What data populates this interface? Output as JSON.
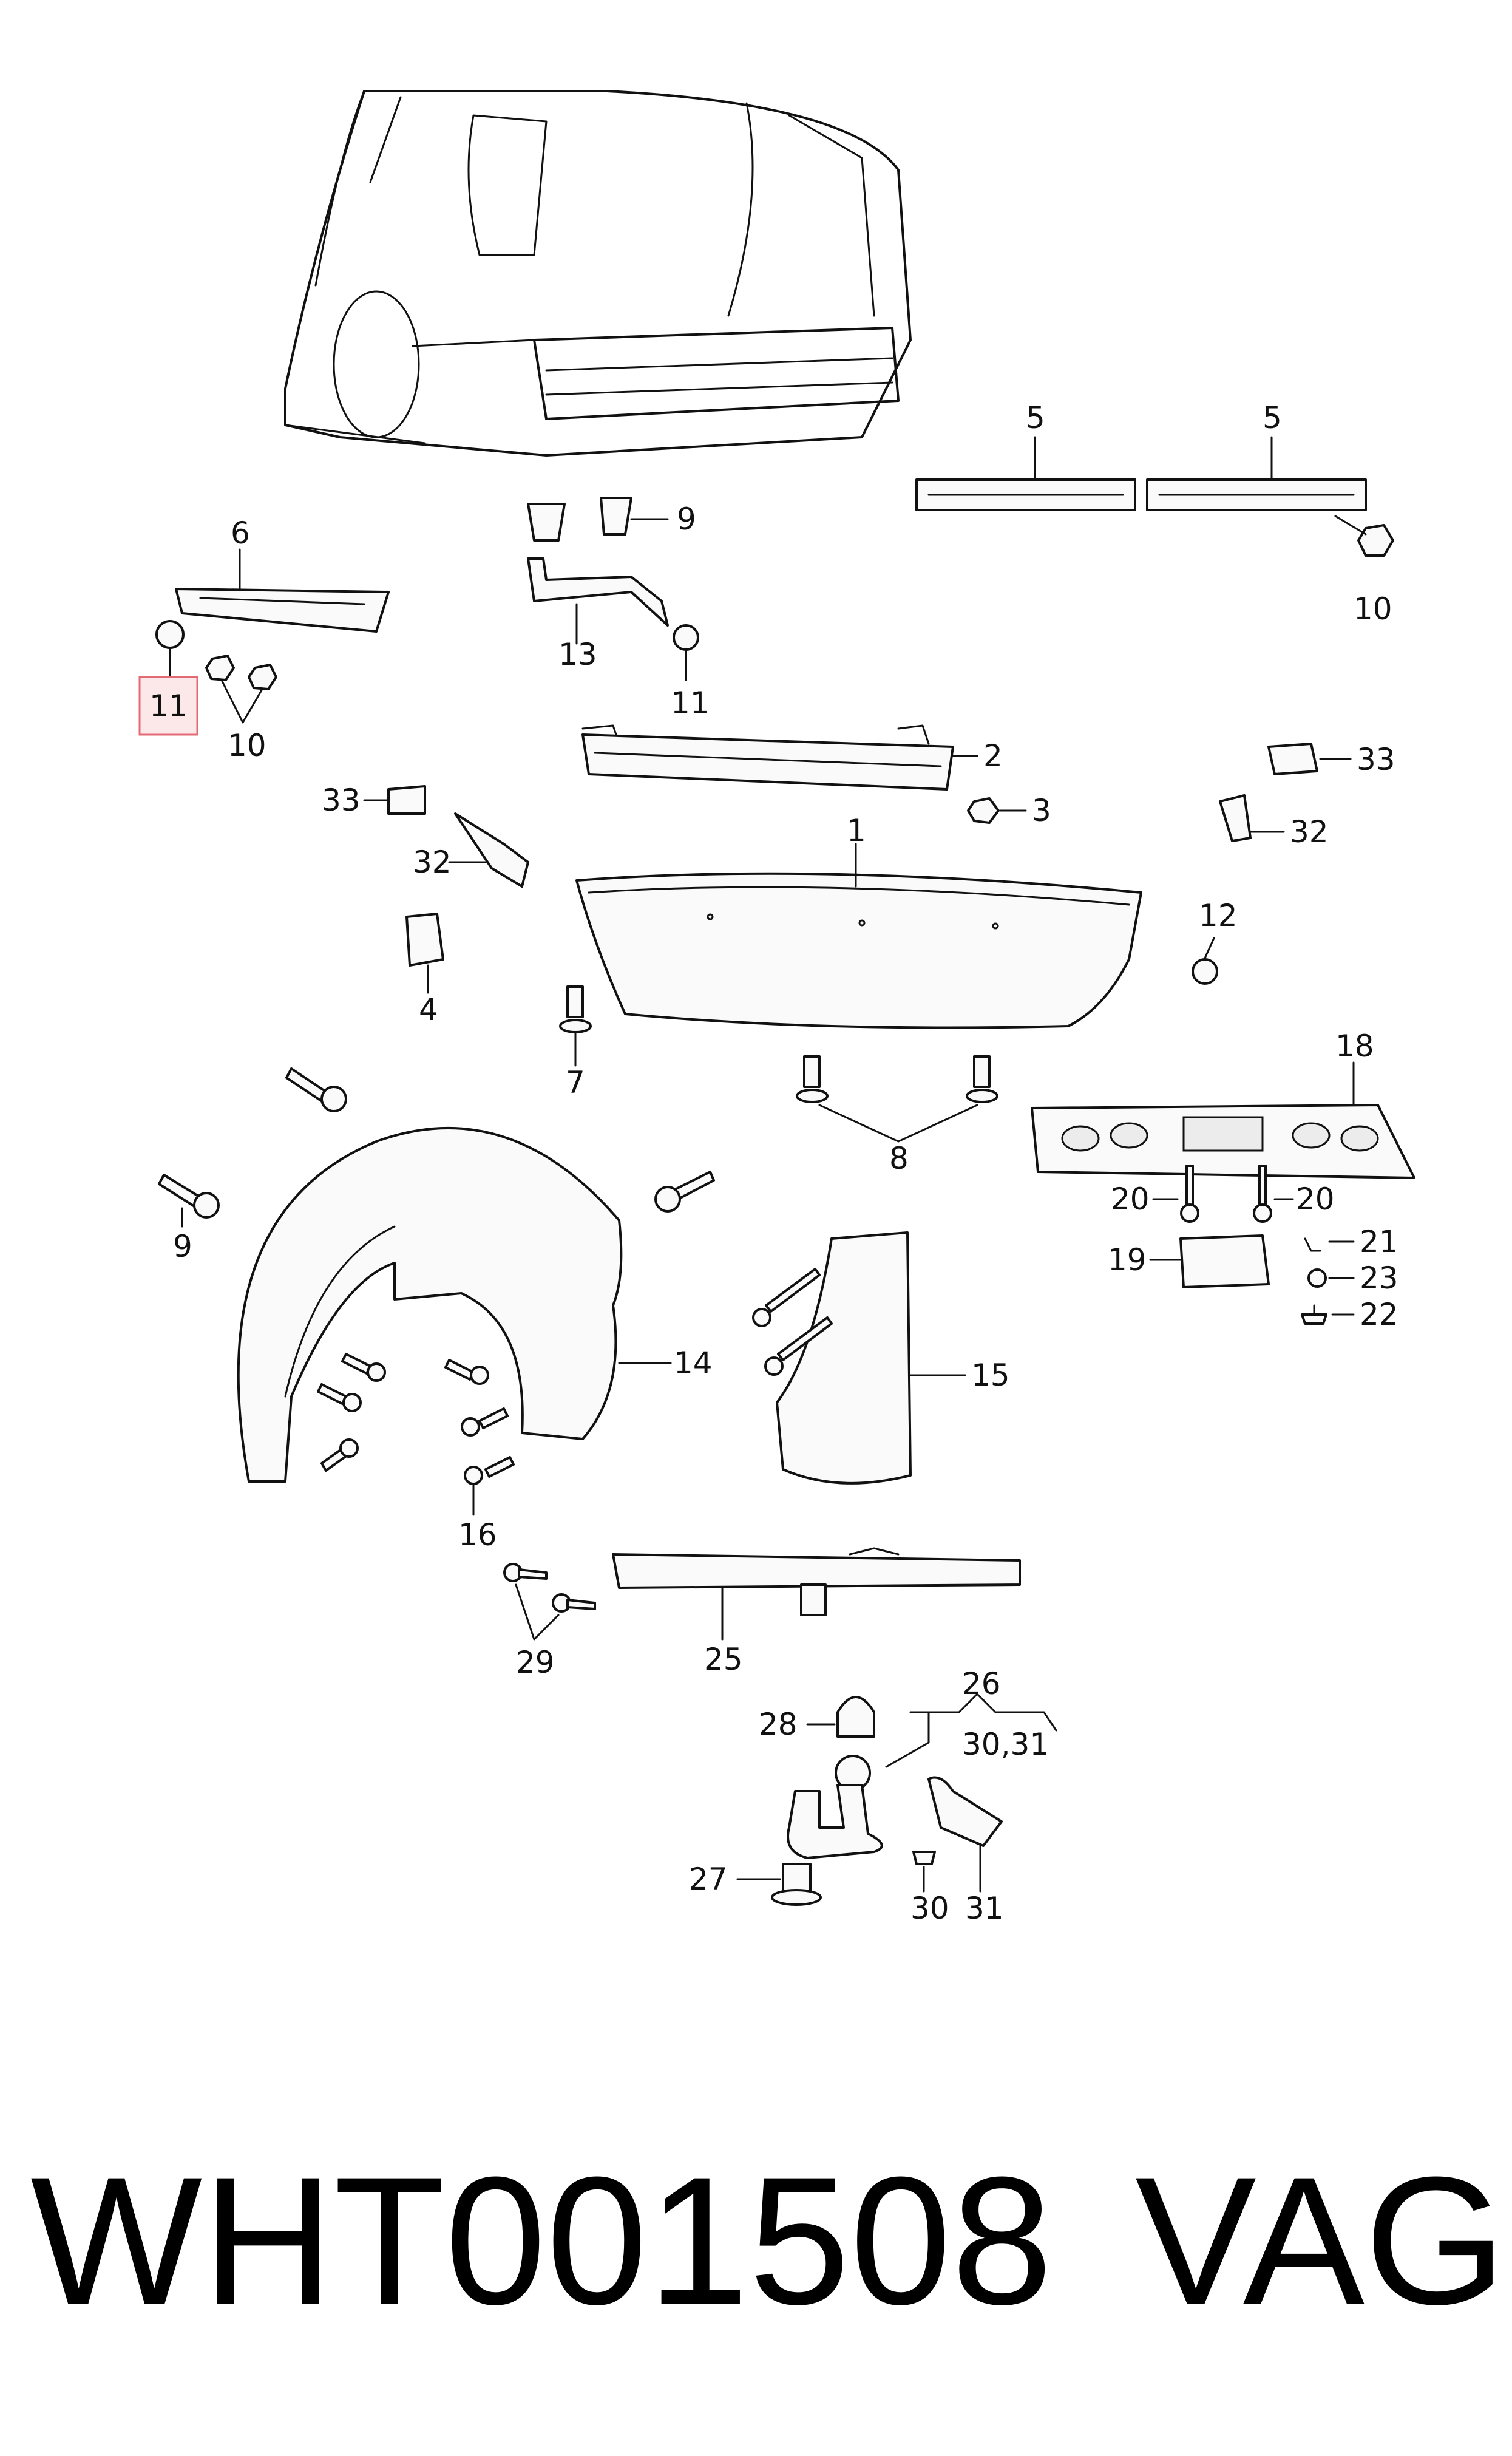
{
  "callouts": {
    "c1": "1",
    "c2": "2",
    "c3": "3",
    "c4": "4",
    "c5a": "5",
    "c5b": "5",
    "c6": "6",
    "c7": "7",
    "c8": "8",
    "c9a": "9",
    "c9b": "9",
    "c10a": "10",
    "c10b": "10",
    "c11a": "11",
    "c11b": "11",
    "c12": "12",
    "c13": "13",
    "c14": "14",
    "c15": "15",
    "c16": "16",
    "c18": "18",
    "c19": "19",
    "c20a": "20",
    "c20b": "20",
    "c21": "21",
    "c22": "22",
    "c23": "23",
    "c25": "25",
    "c26": "26",
    "c26sub": "30,31",
    "c27": "27",
    "c28": "28",
    "c29": "29",
    "c30": "30",
    "c31": "31",
    "c32a": "32",
    "c32b": "32",
    "c33a": "33",
    "c33b": "33"
  },
  "highlighted_part": "11",
  "highlight_color": "#e26a74",
  "footer": {
    "part_number": "WHT001508",
    "brand": "VAG"
  }
}
